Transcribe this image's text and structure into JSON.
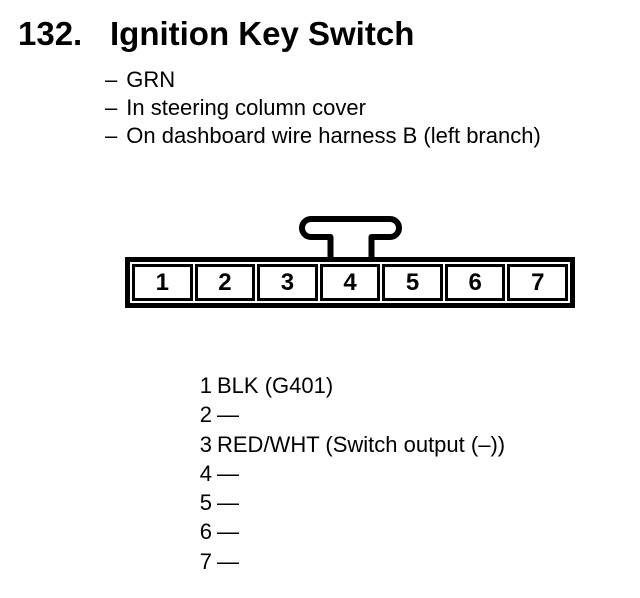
{
  "header": {
    "number": "132.",
    "title": "Ignition Key Switch",
    "bullet_marker": "–",
    "bullets": [
      "GRN",
      "In steering column cover",
      "On dashboard wire harness B (left branch)"
    ]
  },
  "connector": {
    "description": "7-pin connector, front view, latch tab above pin 4",
    "pins": [
      "1",
      "2",
      "3",
      "4",
      "5",
      "6",
      "7"
    ]
  },
  "pin_list": [
    {
      "pin": "1",
      "label": "BLK (G401)"
    },
    {
      "pin": "2",
      "label": "—"
    },
    {
      "pin": "3",
      "label": "RED/WHT (Switch output (–))"
    },
    {
      "pin": "4",
      "label": "—"
    },
    {
      "pin": "5",
      "label": "—"
    },
    {
      "pin": "6",
      "label": "—"
    },
    {
      "pin": "7",
      "label": "—"
    }
  ],
  "colors": {
    "ink": "#000000",
    "background": "#ffffff"
  }
}
